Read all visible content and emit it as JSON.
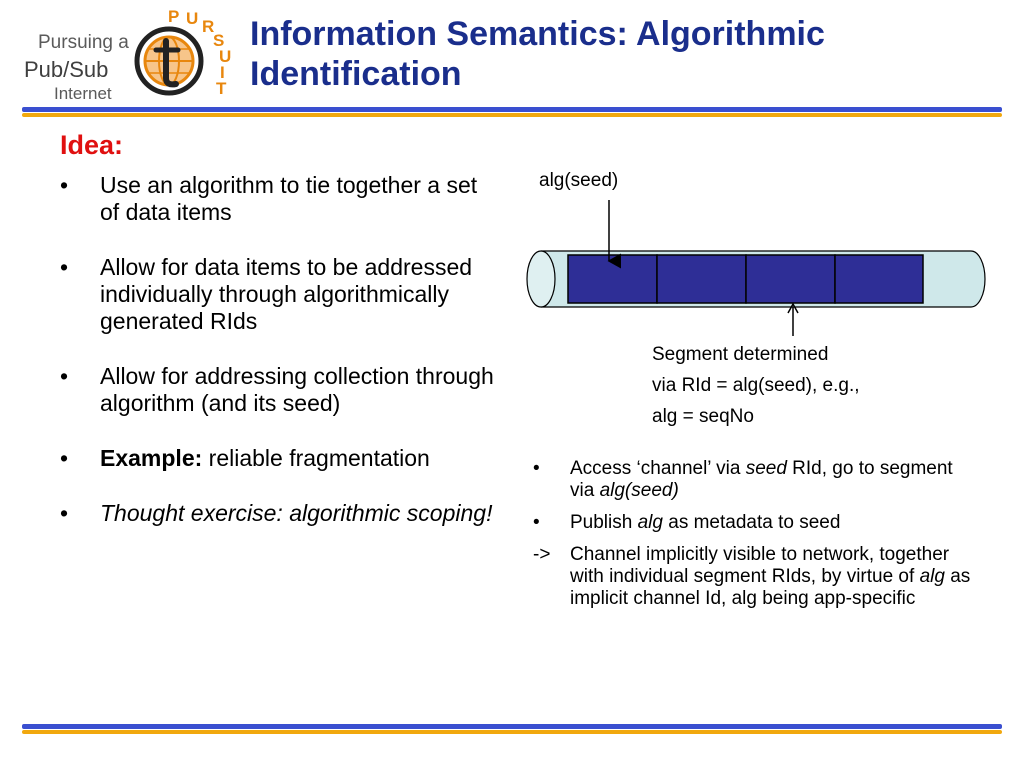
{
  "logo": {
    "line1": "Pursuing a",
    "line2": "Pub/Sub",
    "line3": "Internet",
    "arc_letters": [
      "P",
      "U",
      "R",
      "S",
      "U",
      "I",
      "T"
    ],
    "colors": {
      "orange": "#e8870e",
      "dark": "#222222"
    }
  },
  "title": "Information Semantics: Algorithmic Identification",
  "left": {
    "heading": "Idea:",
    "bullet_char": "•",
    "bullets": [
      {
        "plain": "Use an algorithm to tie together a set of data items"
      },
      {
        "plain": "Allow for data items to be addressed individually through algorithmically generated RIds"
      },
      {
        "plain": "Allow for addressing collection through algorithm (and its seed)"
      },
      {
        "bold": "Example:",
        "rest": " reliable fragmentation"
      },
      {
        "italic": "Thought exercise: algorithmic scoping!"
      }
    ]
  },
  "diagram": {
    "top_label": "alg(seed)",
    "segment_label_lines": [
      "Segment determined",
      "via RId = alg(seed), e.g.,",
      "alg = seqNo"
    ],
    "segments_count": 4,
    "colors": {
      "tube": "#cfe8ea",
      "segment": "#2e2e96",
      "outline": "#000000"
    }
  },
  "right": {
    "bullet_char": "•",
    "b1_pre": "Access ",
    "b1_channel": "‘channel’",
    "b1_mid": " via ",
    "b1_seed": "seed",
    "b1_rid": " RId, go to segment via ",
    "b1_alg": "alg(seed)",
    "b2_pre": "Publish ",
    "b2_alg": "alg",
    "b2_post": " as metadata to seed",
    "b3_marker": "->",
    "b3_pre": "Channel implicitly visible to network, together with individual segment RIds, by virtue of ",
    "b3_alg": "alg",
    "b3_post": " as implicit channel Id, alg being app-specific"
  },
  "rule_colors": {
    "blue": "#3a4fd0",
    "gold": "#f1a80e"
  },
  "heading_color": "#e01010",
  "title_color": "#1a2e8c"
}
